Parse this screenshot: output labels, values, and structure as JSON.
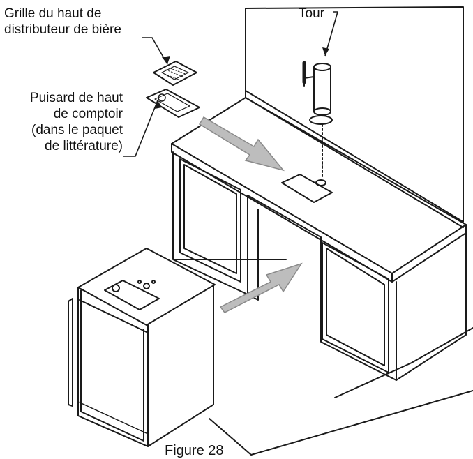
{
  "labels": {
    "grille_line1": "Grille du haut de",
    "grille_line2": "distributeur de bière",
    "puisard_line1": "Puisard de haut",
    "puisard_line2": "de comptoir",
    "puisard_line3": "(dans le paquet",
    "puisard_line4": "de littérature)",
    "tour": "Tour",
    "figure_caption": "Figure 28"
  },
  "colors": {
    "line": "#1a1a1a",
    "arrow_fill": "#bdbdbd",
    "arrow_stroke": "#8a8a8a",
    "background": "#ffffff"
  }
}
